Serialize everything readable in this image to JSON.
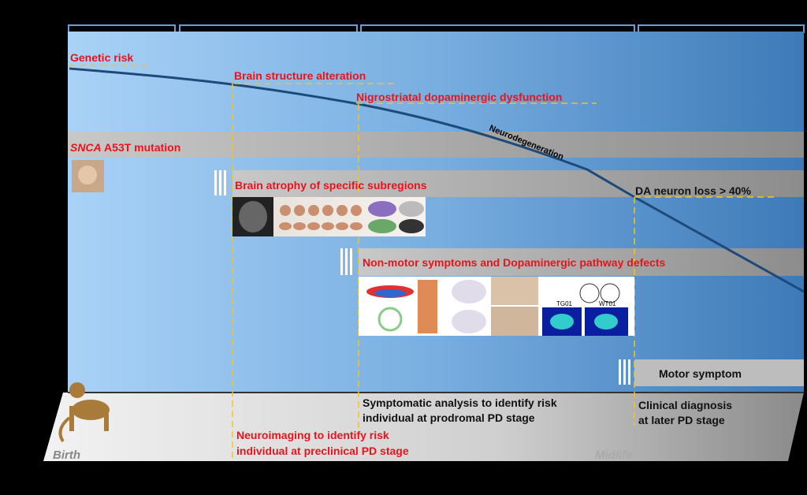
{
  "labels": {
    "genetic_risk": "Genetic risk",
    "brain_structure": "Brain structure alteration",
    "nigrostriatal": "Nigrostriatal dopaminergic dysfunction",
    "neurodegeneration": "Neurodegeneration",
    "snca_gene": "SNCA",
    "snca_rest": " A53T mutation",
    "brain_atrophy": "Brain atrophy of specific subregions",
    "da_loss": "DA neuron loss > 40%",
    "non_motor": "Non-motor symptoms and Dopaminergic pathway defects",
    "motor": "Motor symptom",
    "tg01": "TG01",
    "wt01": "WT01"
  },
  "timeline": {
    "birth": "Birth",
    "midlife": "Midlife",
    "symptomatic_1": "Symptomatic analysis to identify risk",
    "symptomatic_2": "individual at prodromal PD stage",
    "clinical_1": "Clinical diagnosis",
    "clinical_2": "at later PD stage",
    "neuro_1": "Neuroimaging to identify risk",
    "neuro_2": "individual at preclinical PD stage"
  },
  "colors": {
    "red": "#e8141c",
    "yellow": "#f5c518",
    "curve": "#1d4a7a"
  }
}
